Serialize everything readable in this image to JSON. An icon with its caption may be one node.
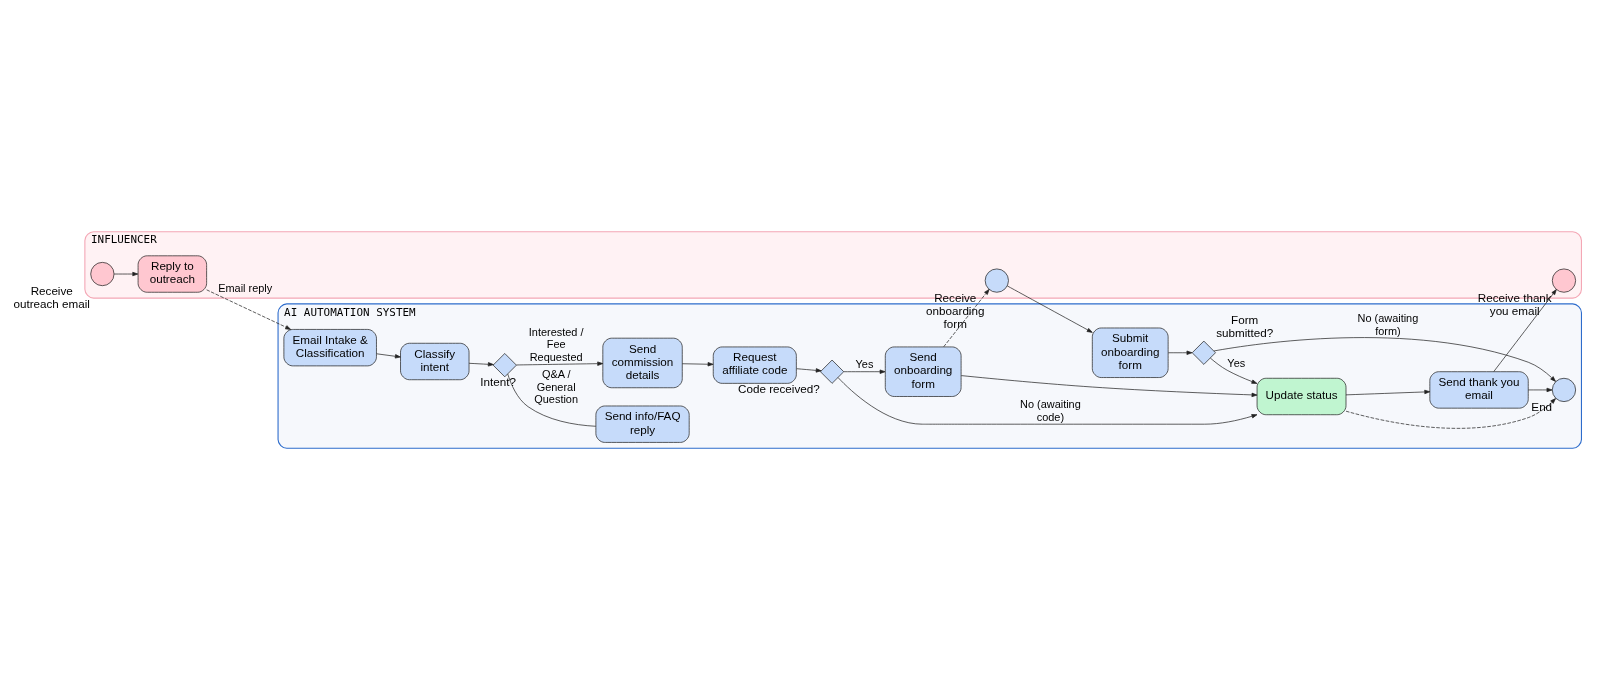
{
  "diagram": {
    "nodes": [
      {
        "text": [
          "INFLUENCER"
        ]
      },
      {
        "text": [
          "Receive outreach email"
        ],
        "in": 0
      },
      {
        "text": [
          "Reply to outreach"
        ],
        "in": 0
      },
      {
        "text": [
          "Receive onboarding form"
        ],
        "in": 0
      },
      {
        "text": [
          "Receive thank you email"
        ],
        "in": 0
      },
      {
        "text": [
          "AI AUTOMATION SYSTEM"
        ]
      },
      {
        "text": [
          "Email Intake & Classification"
        ],
        "in": 5
      },
      {
        "text": [
          "Classify intent"
        ],
        "in": 5
      },
      {
        "text": [
          "Intent?"
        ],
        "in": 5
      },
      {
        "text": [
          "Send info/FAQ reply"
        ],
        "in": 5
      },
      {
        "text": [
          "Request affiliate code"
        ],
        "in": 5
      },
      {
        "text": [
          "Send commission details"
        ],
        "in": 5
      },
      {
        "text": [
          "Submit onboarding form"
        ],
        "in": 5
      },
      {
        "text": [
          "Send thank you email"
        ],
        "in": 5
      },
      {
        "text": [
          "Update status"
        ],
        "in": 5
      },
      {
        "text": [
          "Code received?"
        ],
        "in": 5
      },
      {
        "text": [
          "Send onboarding form"
        ],
        "in": 5
      },
      {
        "text": [
          "Form submitted?"
        ],
        "in": 5
      },
      {
        "text": [
          "End"
        ],
        "in": 5
      }
    ],
    "edges": [
      {
        "from": 1,
        "to": 2,
        "arrow": "to"
      },
      {
        "from": 2,
        "to": 6,
        "arrow": "to",
        "label": "Email reply",
        "style": "dashed"
      },
      {
        "from": 6,
        "to": 7,
        "arrow": "to"
      },
      {
        "from": 7,
        "to": 8,
        "arrow": "to"
      },
      {
        "from": 8,
        "to": 9,
        "arrow": "none",
        "label": "Q&A / General Question"
      },
      {
        "from": 8,
        "to": 11,
        "arrow": "to",
        "label": "Interested / Fee Requested"
      },
      {
        "from": 11,
        "to": 10,
        "arrow": "to"
      },
      {
        "from": 10,
        "to": 15,
        "arrow": "to"
      },
      {
        "from": 15,
        "to": 16,
        "arrow": "to",
        "label": "Yes"
      },
      {
        "from": 15,
        "to": 14,
        "arrow": "to",
        "label": "No (awaiting code)"
      },
      {
        "from": 16,
        "to": 3,
        "arrow": "to",
        "style": "dashed"
      },
      {
        "from": 16,
        "to": 14,
        "arrow": "to"
      },
      {
        "from": 3,
        "to": 12,
        "arrow": "to"
      },
      {
        "from": 12,
        "to": 17,
        "arrow": "to"
      },
      {
        "from": 17,
        "to": 14,
        "arrow": "to",
        "label": "Yes"
      },
      {
        "from": 17,
        "to": 18,
        "arrow": "to",
        "label": "No (awaiting form)"
      },
      {
        "from": 14,
        "to": 13,
        "arrow": "to"
      },
      {
        "from": 14,
        "to": 18,
        "arrow": "to",
        "style": "dashed"
      },
      {
        "from": 13,
        "to": 4,
        "arrow": "to"
      },
      {
        "from": 13,
        "to": 18,
        "arrow": "to"
      }
    ]
  }
}
